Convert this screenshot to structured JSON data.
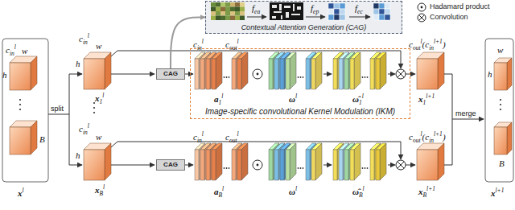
{
  "diagram": {
    "nodes": [
      {
        "text": [
          "Contextual Attention Generation (CAG)"
        ]
      },
      {
        "text": [
          "Image-specific convolutional Kernel Modulation (IKM)"
        ]
      },
      {
        "text": [
          "CAG"
        ]
      },
      {
        "text": [
          "CAG"
        ]
      }
    ],
    "edges": [
      {
        "from": 2,
        "to": 0,
        "arrow": "to"
      }
    ],
    "labels": [
      "f",
      "ea",
      "f",
      "ep",
      "f",
      "ec",
      "c",
      "in",
      "l",
      "w",
      "h",
      "B",
      "x",
      "l",
      "split",
      "c",
      "in",
      "l",
      "w",
      "h",
      "x",
      "1",
      "l",
      "c",
      "in",
      "l",
      "c",
      "out",
      "l",
      "a",
      "1",
      "l",
      "ω",
      "l",
      "ω̂",
      "1",
      "l",
      "c",
      "out",
      "l",
      "(c",
      "in",
      "l+1",
      ")",
      "x",
      "1",
      "l+1",
      "c",
      "in",
      "l",
      "w",
      "h",
      "x",
      "B",
      "l",
      "c",
      "in",
      "l",
      "c",
      "out",
      "l",
      "a",
      "B",
      "l",
      "ω",
      "l",
      "ω̂",
      "B",
      "l",
      "c",
      "out",
      "l",
      "(c",
      "in",
      "l+1",
      ")",
      "x",
      "B",
      "l+1",
      "merge",
      "w",
      "h",
      "B",
      "x",
      "l+1"
    ],
    "legend": [
      {
        "text": "Hadamard product"
      },
      {
        "text": "Convolution"
      }
    ]
  }
}
